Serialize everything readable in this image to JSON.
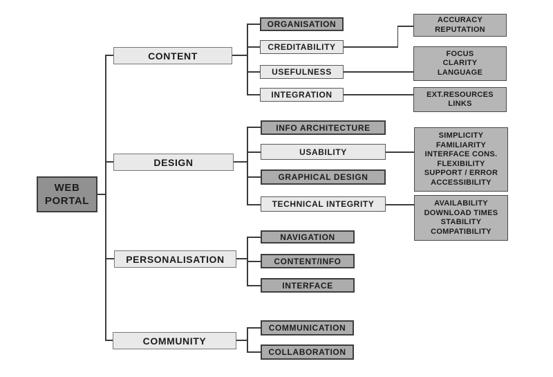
{
  "diagram": {
    "root_label": "WEB\nPORTAL",
    "branches": [
      {
        "label": "CONTENT",
        "children": [
          {
            "label": "ORGANISATION",
            "style": "dark"
          },
          {
            "label": "CREDITABILITY",
            "style": "light",
            "detail": "ACCURACY\nREPUTATION"
          },
          {
            "label": "USEFULNESS",
            "style": "light",
            "detail": "FOCUS\nCLARITY\nLANGUAGE"
          },
          {
            "label": "INTEGRATION",
            "style": "light",
            "detail": "EXT.RESOURCES\nLINKS"
          }
        ]
      },
      {
        "label": "DESIGN",
        "children": [
          {
            "label": "INFO ARCHITECTURE",
            "style": "dark"
          },
          {
            "label": "USABILITY",
            "style": "light",
            "detail": "SIMPLICITY\nFAMILIARITY\nINTERFACE CONS.\nFLEXIBILITY\nSUPPORT / ERROR\nACCESSIBILITY"
          },
          {
            "label": "GRAPHICAL DESIGN",
            "style": "dark"
          },
          {
            "label": "TECHNICAL INTEGRITY",
            "style": "light",
            "detail": "AVAILABILITY\nDOWNLOAD TIMES\nSTABILITY\nCOMPATIBILITY"
          }
        ]
      },
      {
        "label": "PERSONALISATION",
        "children": [
          {
            "label": "NAVIGATION",
            "style": "dark"
          },
          {
            "label": "CONTENT/INFO",
            "style": "dark"
          },
          {
            "label": "INTERFACE",
            "style": "dark"
          }
        ]
      },
      {
        "label": "COMMUNITY",
        "children": [
          {
            "label": "COMMUNICATION",
            "style": "dark"
          },
          {
            "label": "COLLABORATION",
            "style": "dark"
          }
        ]
      }
    ]
  },
  "colors": {
    "background": "#ffffff",
    "root_fill": "#919191",
    "branch_fill": "#e9e9e9",
    "dark_node_fill": "#acacac",
    "light_node_fill": "#e9e9e9",
    "leaf_fill": "#b6b6b6",
    "border_dark": "#3d3d3d",
    "connector_line": "#3a3a3a",
    "text": "#1c1c1c"
  }
}
